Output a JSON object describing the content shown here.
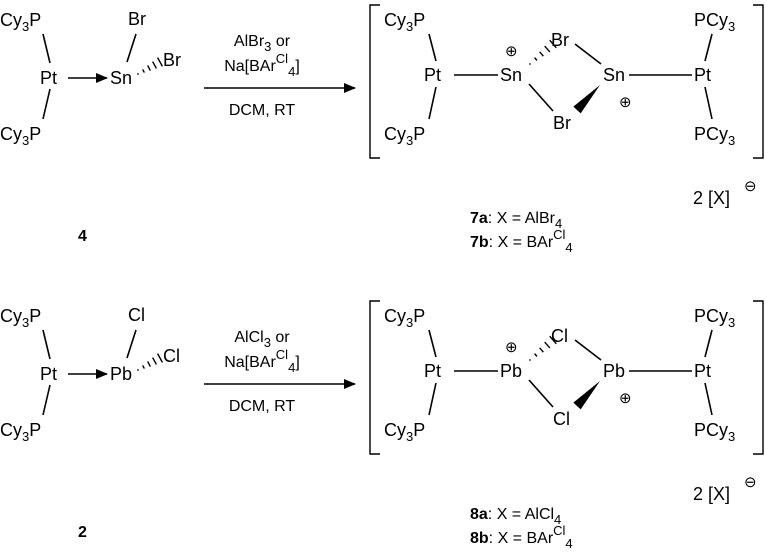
{
  "reactions": [
    {
      "reactant": {
        "pcy3_top": "Cy3P",
        "pcy3_bottom": "Cy3P",
        "pt": "Pt",
        "metal": "Sn",
        "halide_a": "Br",
        "halide_b": "Br",
        "compound_number": "4"
      },
      "conditions": {
        "reagent_line1": "AlBr3 or",
        "reagent_line2": "Na[BAr^Cl4]",
        "solvent_line": "DCM, RT"
      },
      "product": {
        "left_pcy3_top": "Cy3P",
        "left_pcy3_bottom": "Cy3P",
        "left_pt": "Pt",
        "metal_left": "Sn",
        "metal_right": "Sn",
        "halide_top": "Br",
        "halide_bottom": "Br",
        "right_pt": "Pt",
        "right_pcy3_top": "PCy3",
        "right_pcy3_bottom": "PCy3",
        "charge_symbol": "⊕",
        "counterion": "2 [X]",
        "counterion_charge": "⊖",
        "label_a_number": "7a",
        "label_a_text": ": X = AlBr4",
        "label_b_number": "7b",
        "label_b_text": ": X = BAr^Cl4"
      }
    },
    {
      "reactant": {
        "pcy3_top": "Cy3P",
        "pcy3_bottom": "Cy3P",
        "pt": "Pt",
        "metal": "Pb",
        "halide_a": "Cl",
        "halide_b": "Cl",
        "compound_number": "2"
      },
      "conditions": {
        "reagent_line1": "AlCl3 or",
        "reagent_line2": "Na[BAr^Cl4]",
        "solvent_line": "DCM, RT"
      },
      "product": {
        "left_pcy3_top": "Cy3P",
        "left_pcy3_bottom": "Cy3P",
        "left_pt": "Pt",
        "metal_left": "Pb",
        "metal_right": "Pb",
        "halide_top": "Cl",
        "halide_bottom": "Cl",
        "right_pt": "Pt",
        "right_pcy3_top": "PCy3",
        "right_pcy3_bottom": "PCy3",
        "charge_symbol": "⊕",
        "counterion": "2 [X]",
        "counterion_charge": "⊖",
        "label_a_number": "8a",
        "label_a_text": ": X = AlCl4",
        "label_b_number": "8b",
        "label_b_text": ": X = BAr^Cl4"
      }
    }
  ]
}
